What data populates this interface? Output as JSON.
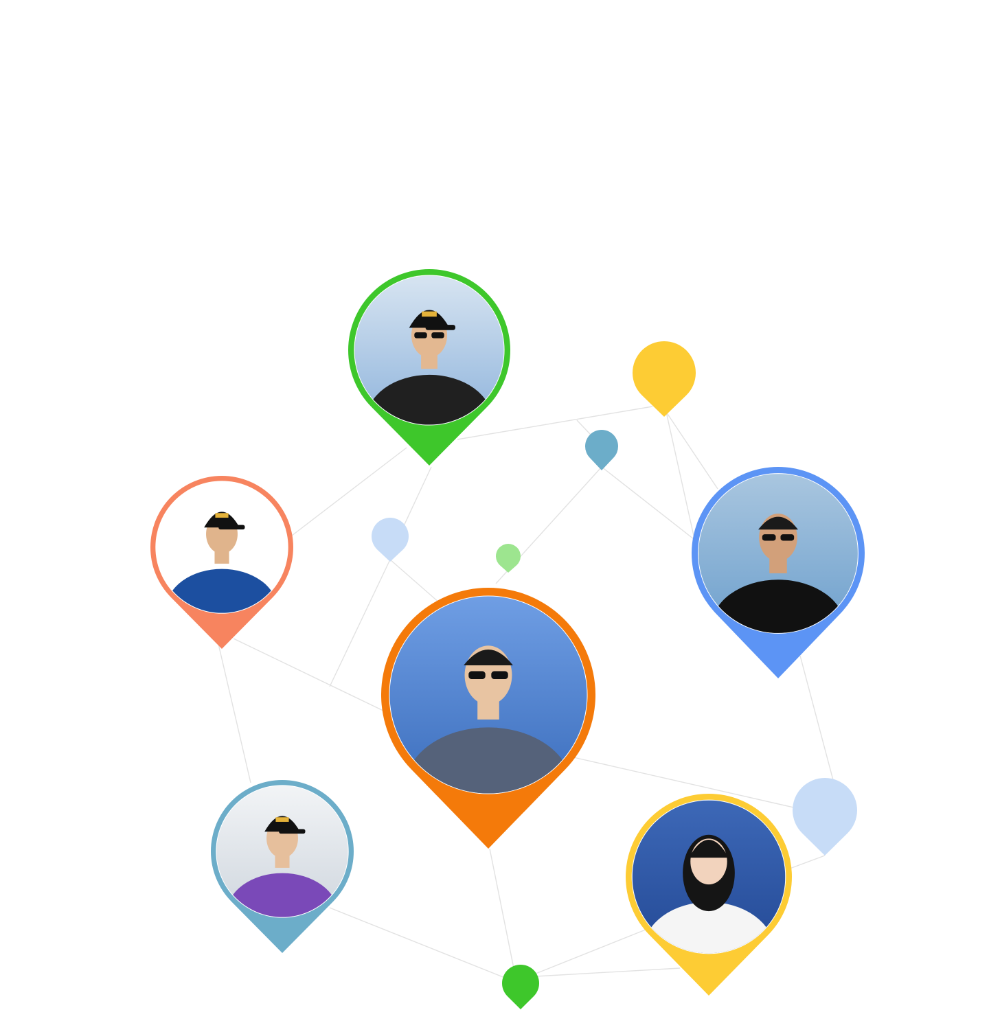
{
  "network": {
    "people": [
      {
        "id": "man-black-cap-uniform",
        "color": "#3ec72b",
        "bg": [
          "#d7e4f1",
          "#8fb4dc"
        ],
        "skin": "#e3b891",
        "shirt": "#202020",
        "accessory": "cap-sunglasses"
      },
      {
        "id": "man-orange-cap",
        "color": "#f7845f",
        "bg": [
          "#ffffff",
          "#ffffff"
        ],
        "skin": "#e0b48c",
        "shirt": "#1c4fa0",
        "accessory": "cap"
      },
      {
        "id": "man-sunglasses-black-tee",
        "color": "#5c94f5",
        "bg": [
          "#a9c6df",
          "#6ea0cd"
        ],
        "skin": "#d2a07a",
        "shirt": "#111111",
        "accessory": "sunglasses"
      },
      {
        "id": "woman-plaid-shirt",
        "color": "#f47a0a",
        "bg": [
          "#6f9ee4",
          "#3c6ebd"
        ],
        "skin": "#e8c4a2",
        "shirt": "#55627a",
        "accessory": "sunglasses"
      },
      {
        "id": "woman-purple-racing-suit",
        "color": "#6cadc9",
        "bg": [
          "#f2f4f6",
          "#cfd6de"
        ],
        "skin": "#e6bf9c",
        "shirt": "#7a49b8",
        "accessory": "cap"
      },
      {
        "id": "woman-white-sweater",
        "color": "#fdcc34",
        "bg": [
          "#3d68b7",
          "#244a96"
        ],
        "skin": "#f2d3bd",
        "shirt": "#f5f5f5",
        "accessory": "long-hair"
      }
    ],
    "dots": [
      {
        "id": "dot-yellow",
        "color": "#fdcc34"
      },
      {
        "id": "dot-teal",
        "color": "#6cadc9"
      },
      {
        "id": "dot-light-blue-small",
        "color": "#c7dcf7"
      },
      {
        "id": "dot-light-green",
        "color": "#9de58f"
      },
      {
        "id": "dot-light-blue-large",
        "color": "#c7dcf7"
      },
      {
        "id": "dot-green",
        "color": "#3ec72b"
      }
    ],
    "line_color": "#e2e2e2"
  }
}
